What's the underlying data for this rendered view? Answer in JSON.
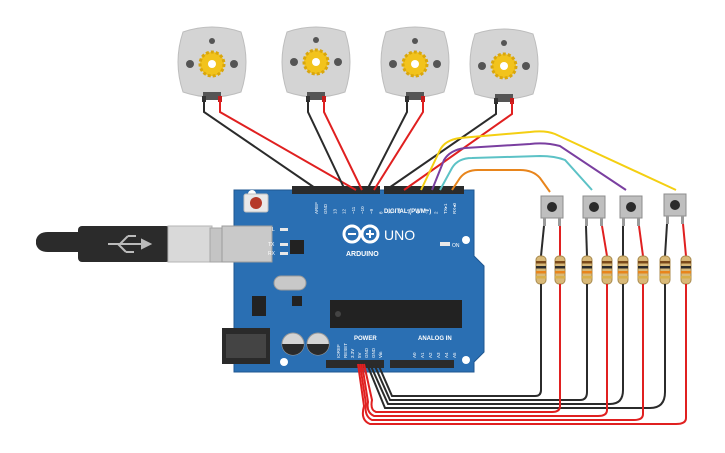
{
  "board": {
    "brand": "ARDUINO",
    "model": "UNO",
    "on_label": "ON",
    "digital_label": "DIGITAL (PWM~)",
    "power_label": "POWER",
    "analog_label": "ANALOG IN",
    "tx_label": "TX",
    "rx_label": "RX",
    "l_label": "L",
    "digital_pins": [
      "AREF",
      "GND",
      "13",
      "12",
      "~11",
      "~10",
      "~9",
      "8",
      "7",
      "~6",
      "~5",
      "4",
      "~3",
      "2",
      "TX▸1",
      "RX◂0"
    ],
    "power_pins": [
      "IOREF",
      "RESET",
      "3.3V",
      "5V",
      "GND",
      "GND",
      "Vin"
    ],
    "analog_pins": [
      "A0",
      "A1",
      "A2",
      "A3",
      "A4",
      "A5"
    ]
  },
  "components": {
    "motor_count": 4,
    "button_count": 4,
    "resistor_count": 8
  },
  "colors": {
    "board": "#2a6fb3",
    "motor_body": "#d4d4d4",
    "gear": "#f2c31c",
    "wire_red": "#e02020",
    "wire_black": "#2b2b2b",
    "wire_yellow": "#f4cf12",
    "wire_purple": "#7a3fa0",
    "wire_cyan": "#5cc2c6",
    "wire_orange": "#e8851c"
  }
}
